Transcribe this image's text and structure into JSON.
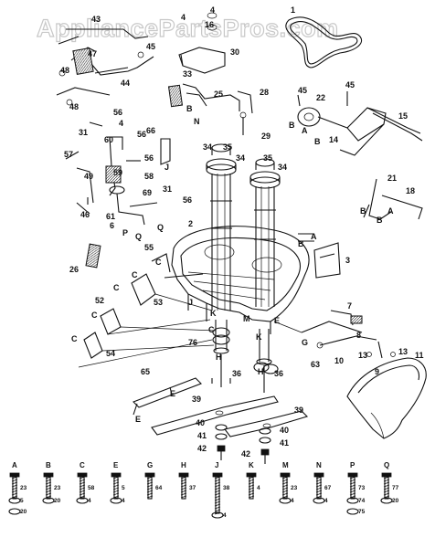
{
  "watermark": "AppliancePartsPros.com",
  "callouts": [
    {
      "id": "c1",
      "text": "1"
    },
    {
      "id": "c2",
      "text": "2"
    },
    {
      "id": "c3",
      "text": "3"
    },
    {
      "id": "c4a",
      "text": "4"
    },
    {
      "id": "c4b",
      "text": "4"
    },
    {
      "id": "c4c",
      "text": "4"
    },
    {
      "id": "c6",
      "text": "6"
    },
    {
      "id": "c7",
      "text": "7"
    },
    {
      "id": "c8",
      "text": "8"
    },
    {
      "id": "c9",
      "text": "9"
    },
    {
      "id": "c10",
      "text": "10"
    },
    {
      "id": "c11",
      "text": "11"
    },
    {
      "id": "c13a",
      "text": "13"
    },
    {
      "id": "c13b",
      "text": "13"
    },
    {
      "id": "c14",
      "text": "14"
    },
    {
      "id": "c15",
      "text": "15"
    },
    {
      "id": "c16",
      "text": "16"
    },
    {
      "id": "c18",
      "text": "18"
    },
    {
      "id": "c21",
      "text": "21"
    },
    {
      "id": "c22",
      "text": "22"
    },
    {
      "id": "c25",
      "text": "25"
    },
    {
      "id": "c26",
      "text": "26"
    },
    {
      "id": "c28",
      "text": "28"
    },
    {
      "id": "c29",
      "text": "29"
    },
    {
      "id": "c30",
      "text": "30"
    },
    {
      "id": "c31a",
      "text": "31"
    },
    {
      "id": "c31b",
      "text": "31"
    },
    {
      "id": "c33",
      "text": "33"
    },
    {
      "id": "c34a",
      "text": "34"
    },
    {
      "id": "c34b",
      "text": "34"
    },
    {
      "id": "c34c",
      "text": "34"
    },
    {
      "id": "c35a",
      "text": "35"
    },
    {
      "id": "c35b",
      "text": "35"
    },
    {
      "id": "c36a",
      "text": "36"
    },
    {
      "id": "c36b",
      "text": "36"
    },
    {
      "id": "c39a",
      "text": "39"
    },
    {
      "id": "c39b",
      "text": "39"
    },
    {
      "id": "c40a",
      "text": "40"
    },
    {
      "id": "c40b",
      "text": "40"
    },
    {
      "id": "c41a",
      "text": "41"
    },
    {
      "id": "c41b",
      "text": "41"
    },
    {
      "id": "c42a",
      "text": "42"
    },
    {
      "id": "c42b",
      "text": "42"
    },
    {
      "id": "c43",
      "text": "43"
    },
    {
      "id": "c44",
      "text": "44"
    },
    {
      "id": "c45a",
      "text": "45"
    },
    {
      "id": "c45b",
      "text": "45"
    },
    {
      "id": "c45c",
      "text": "45"
    },
    {
      "id": "c46",
      "text": "46"
    },
    {
      "id": "c47",
      "text": "47"
    },
    {
      "id": "c48a",
      "text": "48"
    },
    {
      "id": "c48b",
      "text": "48"
    },
    {
      "id": "c49",
      "text": "49"
    },
    {
      "id": "c52",
      "text": "52"
    },
    {
      "id": "c53",
      "text": "53"
    },
    {
      "id": "c54",
      "text": "54"
    },
    {
      "id": "c55",
      "text": "55"
    },
    {
      "id": "c56a",
      "text": "56"
    },
    {
      "id": "c56b",
      "text": "56"
    },
    {
      "id": "c56c",
      "text": "56"
    },
    {
      "id": "c56d",
      "text": "56"
    },
    {
      "id": "c57",
      "text": "57"
    },
    {
      "id": "c58",
      "text": "58"
    },
    {
      "id": "c59",
      "text": "59"
    },
    {
      "id": "c60",
      "text": "60"
    },
    {
      "id": "c61",
      "text": "61"
    },
    {
      "id": "c63",
      "text": "63"
    },
    {
      "id": "c65",
      "text": "65"
    },
    {
      "id": "c66",
      "text": "66"
    },
    {
      "id": "c69",
      "text": "69"
    },
    {
      "id": "c76",
      "text": "76"
    },
    {
      "id": "lA1",
      "text": "A"
    },
    {
      "id": "lA2",
      "text": "A"
    },
    {
      "id": "lA3",
      "text": "A"
    },
    {
      "id": "lB1",
      "text": "B"
    },
    {
      "id": "lB2",
      "text": "B"
    },
    {
      "id": "lB3",
      "text": "B"
    },
    {
      "id": "lB4",
      "text": "B"
    },
    {
      "id": "lB5",
      "text": "B"
    },
    {
      "id": "lB6",
      "text": "B"
    },
    {
      "id": "lC1",
      "text": "C"
    },
    {
      "id": "lC2",
      "text": "C"
    },
    {
      "id": "lC3",
      "text": "C"
    },
    {
      "id": "lC4",
      "text": "C"
    },
    {
      "id": "lC5",
      "text": "C"
    },
    {
      "id": "lC6",
      "text": "C"
    },
    {
      "id": "lE1",
      "text": "E"
    },
    {
      "id": "lE2",
      "text": "E"
    },
    {
      "id": "lE3",
      "text": "E"
    },
    {
      "id": "lG1",
      "text": "G"
    },
    {
      "id": "lH1",
      "text": "H"
    },
    {
      "id": "lH2",
      "text": "H"
    },
    {
      "id": "lJ1",
      "text": "J"
    },
    {
      "id": "lJ2",
      "text": "J"
    },
    {
      "id": "lK1",
      "text": "K"
    },
    {
      "id": "lK2",
      "text": "K"
    },
    {
      "id": "lM1",
      "text": "M"
    },
    {
      "id": "lN1",
      "text": "N"
    },
    {
      "id": "lP1",
      "text": "P"
    },
    {
      "id": "lQ1",
      "text": "Q"
    },
    {
      "id": "lQ2",
      "text": "Q"
    }
  ],
  "hardware_legend": [
    {
      "letter": "A",
      "parts": [
        "23",
        "5",
        "20"
      ]
    },
    {
      "letter": "B",
      "parts": [
        "23",
        "20"
      ]
    },
    {
      "letter": "C",
      "parts": [
        "58",
        "4"
      ]
    },
    {
      "letter": "E",
      "parts": [
        "5",
        "4"
      ]
    },
    {
      "letter": "G",
      "parts": [
        "64"
      ]
    },
    {
      "letter": "H",
      "parts": [
        "37"
      ]
    },
    {
      "letter": "J",
      "parts": [
        "38",
        "4"
      ]
    },
    {
      "letter": "K",
      "parts": [
        "4"
      ]
    },
    {
      "letter": "M",
      "parts": [
        "23",
        "4"
      ]
    },
    {
      "letter": "N",
      "parts": [
        "67",
        "4"
      ]
    },
    {
      "letter": "P",
      "parts": [
        "73",
        "74",
        "75"
      ]
    },
    {
      "letter": "Q",
      "parts": [
        "77",
        "20"
      ]
    }
  ]
}
